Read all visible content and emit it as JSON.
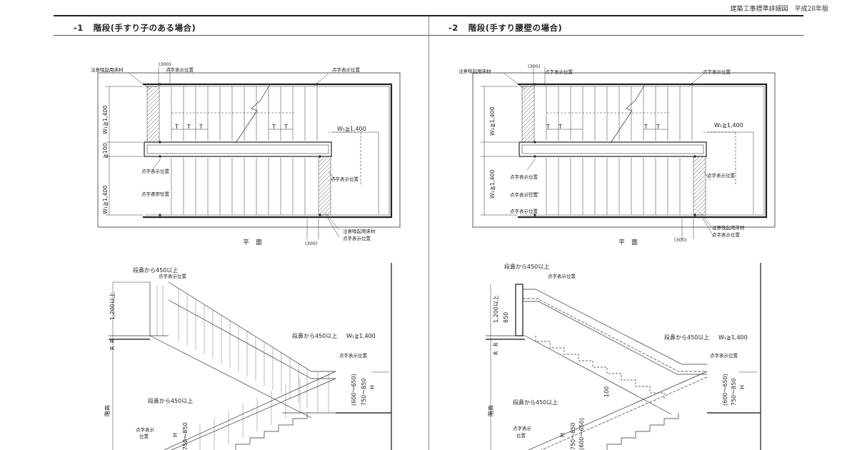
{
  "header": {
    "doc_title": "建築工事標準詳細図　平成28年版"
  },
  "sections": [
    {
      "num": "-1",
      "title": "階段(手すり子のある場合)"
    },
    {
      "num": "-2",
      "title": "階段(手すり腰壁の場合)"
    }
  ],
  "labels": {
    "plan_caption": "平　面",
    "caution_floor": "注意喚起用床材",
    "braille_pos": "点字表示位置",
    "braille_pos_a": "点字表示",
    "braille_pos_b": "位置",
    "dim_300": "(300)",
    "tread": "T",
    "width_ge_1400": "W₁≧1,400",
    "w_1400_vertical": "W₁≧1,400",
    "ge_100": "≧100",
    "nose_450": "段鼻から450以上",
    "dim_1200": "1,200以上",
    "rise": "R",
    "floor_height": "階高",
    "dim_600_650": "(600～650)",
    "dim_750_850": "750～850",
    "h_label": "H",
    "dim_100": "100",
    "dim_850": "850"
  }
}
